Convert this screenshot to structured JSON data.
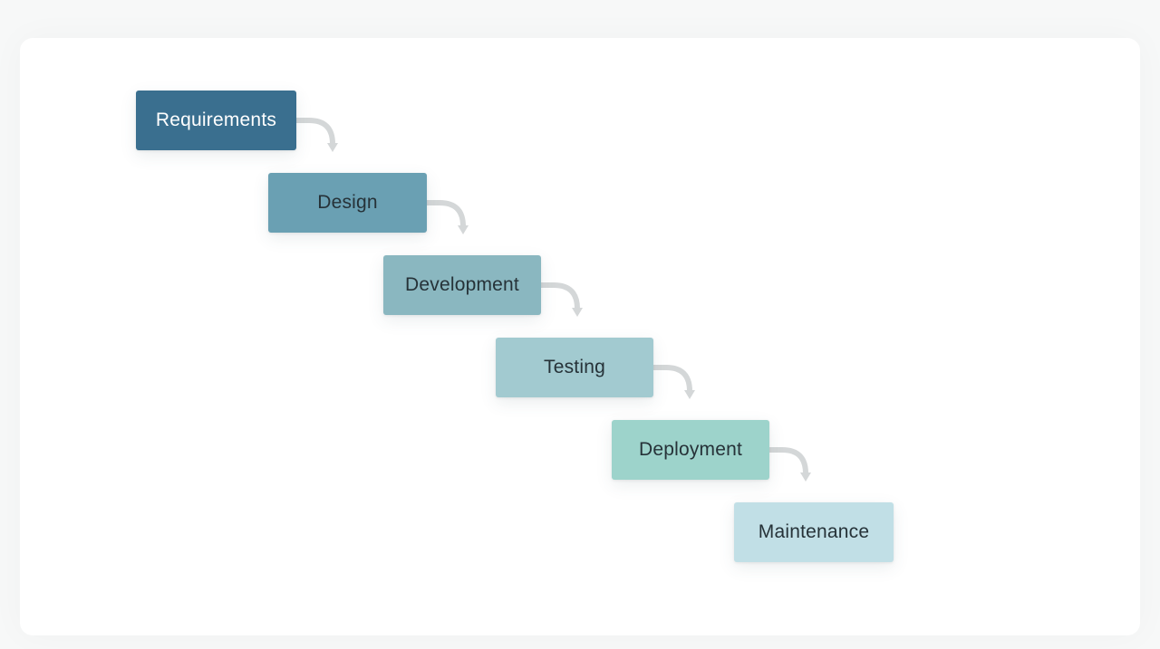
{
  "diagram": {
    "stages": [
      {
        "label": "Requirements",
        "color": "#3a6f8f",
        "text_color": "#ffffff"
      },
      {
        "label": "Design",
        "color": "#6aa0b3",
        "text_color": "#263238"
      },
      {
        "label": "Development",
        "color": "#8ab7c0",
        "text_color": "#263238"
      },
      {
        "label": "Testing",
        "color": "#a2cad0",
        "text_color": "#263238"
      },
      {
        "label": "Deployment",
        "color": "#9dd3cb",
        "text_color": "#263238"
      },
      {
        "label": "Maintenance",
        "color": "#c1dfe6",
        "text_color": "#263238"
      }
    ],
    "connector_color": "#d4d7d8"
  }
}
